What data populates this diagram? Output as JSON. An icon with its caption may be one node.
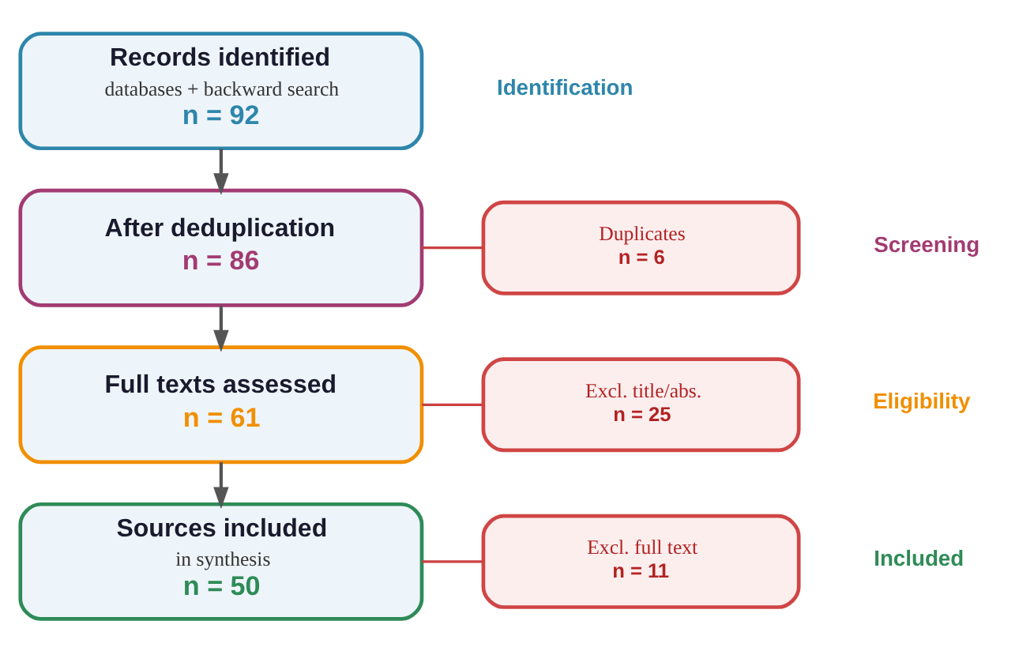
{
  "diagram": {
    "nodes": [
      {
        "text": [
          "Records identified",
          "databases + backward search",
          "n = 92"
        ]
      },
      {
        "text": [
          "After deduplication",
          "n = 86"
        ]
      },
      {
        "text": [
          "Full texts assessed",
          "n = 61"
        ]
      },
      {
        "text": [
          "Sources included",
          "in synthesis",
          "n = 50"
        ]
      },
      {
        "text": [
          "Duplicates",
          "n = 6"
        ]
      },
      {
        "text": [
          "Excl. title/abs.",
          "n = 25"
        ]
      },
      {
        "text": [
          "Excl. full text",
          "n = 11"
        ]
      }
    ],
    "edges": [
      {
        "from": 0,
        "to": 1,
        "arrow": "to"
      },
      {
        "from": 1,
        "to": 2,
        "arrow": "to"
      },
      {
        "from": 2,
        "to": 3,
        "arrow": "to"
      },
      {
        "from": 1,
        "to": 4,
        "arrow": "none",
        "color": "#c94040"
      },
      {
        "from": 2,
        "to": 5,
        "arrow": "none",
        "color": "#c94040"
      },
      {
        "from": 3,
        "to": 6,
        "arrow": "none",
        "color": "#c94040"
      }
    ],
    "labels": [
      "Identification",
      "Screening",
      "Eligibility",
      "Included"
    ]
  }
}
